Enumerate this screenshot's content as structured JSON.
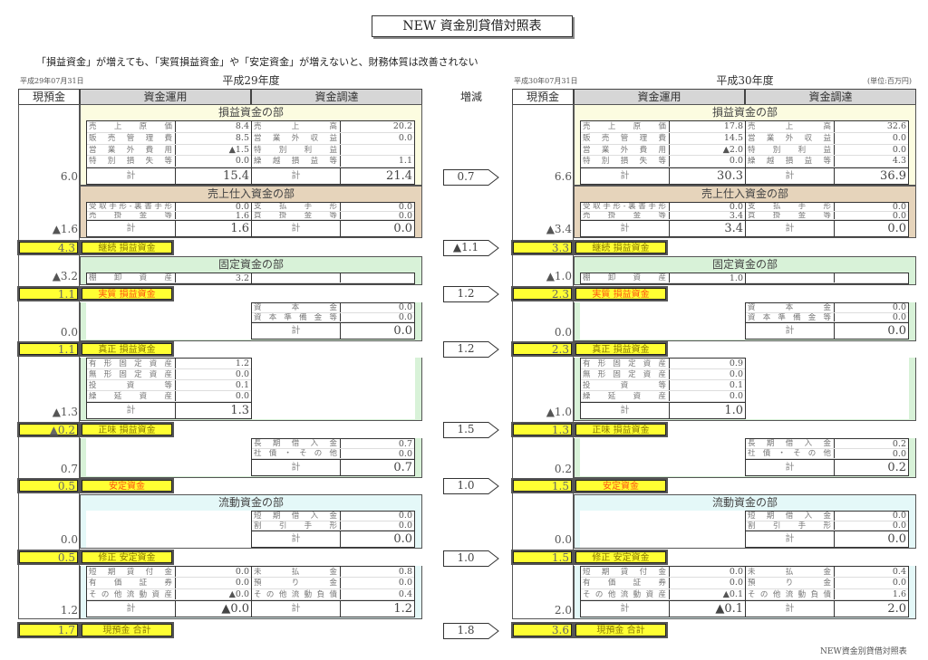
{
  "title": "NEW 資金別貸借対照表",
  "subtitle": "「損益資金」が増えても、「実質損益資金」や「安定資金」が増えないと、財務体質は改善されない",
  "unit": "(単位:百万円)",
  "footer": "NEW資金別貸借対照表",
  "delta": {
    "header": "増減",
    "values": [
      "0.7",
      "▲1.1",
      "1.2",
      "1.2",
      "1.5",
      "1.0",
      "1.0",
      "1.8"
    ]
  },
  "left": {
    "date": "平成29年07月31日",
    "year": "平成29年度",
    "header": {
      "cash": "現預金",
      "uses": "資金運用",
      "sources": "資金調達"
    },
    "blocks": [
      {
        "type": "block",
        "title": "損益資金の部",
        "color": "#fcfce0",
        "cash": "6.0",
        "uses": {
          "rows": [
            {
              "label": "売上原価",
              "value": "8.4"
            },
            {
              "label": "販売管理費",
              "value": "8.5"
            },
            {
              "label": "営業外費用",
              "value": "▲1.5"
            },
            {
              "label": "特別損失等",
              "value": "0.0"
            }
          ],
          "total_label": "計",
          "total": "15.4"
        },
        "sources": {
          "rows": [
            {
              "label": "売上高",
              "value": "20.2"
            },
            {
              "label": "営業外収益",
              "value": "0.0"
            },
            {
              "label": "特別利益",
              "value": ""
            },
            {
              "label": "繰越損益等",
              "value": "1.1"
            }
          ],
          "total_label": "計",
          "total": "21.4"
        }
      },
      {
        "type": "block",
        "title": "売上仕入資金の部",
        "color": "#e6d4bb",
        "cash": "▲1.6",
        "uses": {
          "rows": [
            {
              "label": "受取手形-裏書手形",
              "value": "0.0"
            },
            {
              "label": "売掛金等",
              "value": "1.6"
            }
          ],
          "total_label": "計",
          "total": "1.6"
        },
        "sources": {
          "rows": [
            {
              "label": "支払手形",
              "value": "0.0"
            },
            {
              "label": "買掛金等",
              "value": "0.0"
            }
          ],
          "total_label": "計",
          "total": "0.0"
        }
      },
      {
        "type": "band",
        "label": "継続 損益資金",
        "cash": "4.3",
        "highlight": false
      },
      {
        "type": "block",
        "title": "固定資金の部",
        "color": "#d8f2d8",
        "cash": "▲3.2",
        "uses": {
          "rows": [
            {
              "label": "棚卸資産",
              "value": "3.2"
            }
          ]
        },
        "sources": {
          "rows": [
            {
              "label": "",
              "value": ""
            }
          ]
        }
      },
      {
        "type": "band",
        "label": "実質 損益資金",
        "cash": "1.1",
        "highlight": true
      },
      {
        "type": "block",
        "color": "#d8f2d8",
        "cash": "0.0",
        "sources": {
          "rows": [
            {
              "label": "資本金",
              "value": "0.0"
            },
            {
              "label": "資本準備金等",
              "value": "0.0"
            }
          ],
          "total_label": "計",
          "total": "0.0"
        }
      },
      {
        "type": "band",
        "label": "真正 損益資金",
        "cash": "1.1",
        "highlight": false
      },
      {
        "type": "block",
        "color": "#d8f2d8",
        "cash": "▲1.3",
        "uses": {
          "rows": [
            {
              "label": "有形固定資産",
              "value": "1.2"
            },
            {
              "label": "無形固定資産",
              "value": "0.0"
            },
            {
              "label": "投資等",
              "value": "0.1"
            },
            {
              "label": "繰延資産",
              "value": "0.0"
            }
          ],
          "total_label": "計",
          "total": "1.3"
        }
      },
      {
        "type": "band",
        "label": "正味 損益資金",
        "cash": "▲0.2",
        "highlight": false
      },
      {
        "type": "block",
        "color": "#d8f2d8",
        "cash": "0.7",
        "sources": {
          "rows": [
            {
              "label": "長期借入金",
              "value": "0.7"
            },
            {
              "label": "社債・その他",
              "value": "0.0"
            }
          ],
          "total_label": "計",
          "total": "0.7"
        }
      },
      {
        "type": "band",
        "label": "安定資金",
        "cash": "0.5",
        "highlight": true
      },
      {
        "type": "block",
        "title": "流動資金の部",
        "color": "#e4f8f8",
        "cash": "0.0",
        "sources": {
          "rows": [
            {
              "label": "短期借入金",
              "value": "0.0"
            },
            {
              "label": "割引手形",
              "value": "0.0"
            }
          ],
          "total_label": "計",
          "total": "0.0"
        }
      },
      {
        "type": "band",
        "label": "修正 安定資金",
        "cash": "0.5",
        "highlight": false
      },
      {
        "type": "block",
        "color": "#e4f8f8",
        "cash": "1.2",
        "uses": {
          "rows": [
            {
              "label": "短期貸付金",
              "value": "0.0"
            },
            {
              "label": "有価証券",
              "value": "0.0"
            },
            {
              "label": "その他流動資産",
              "value": "▲0.0"
            }
          ],
          "total_label": "計",
          "total": "▲0.0"
        },
        "sources": {
          "rows": [
            {
              "label": "未払金",
              "value": "0.8"
            },
            {
              "label": "預り金",
              "value": "0.0"
            },
            {
              "label": "その他流動負債",
              "value": "0.4"
            }
          ],
          "total_label": "計",
          "total": "1.2"
        }
      },
      {
        "type": "band",
        "label": "現預金 合計",
        "cash": "1.7",
        "highlight": false
      }
    ]
  },
  "right": {
    "date": "平成30年07月31日",
    "year": "平成30年度",
    "header": {
      "cash": "現預金",
      "uses": "資金運用",
      "sources": "資金調達"
    },
    "blocks": [
      {
        "type": "block",
        "title": "損益資金の部",
        "color": "#fcfce0",
        "cash": "6.6",
        "uses": {
          "rows": [
            {
              "label": "売上原価",
              "value": "17.8"
            },
            {
              "label": "販売管理費",
              "value": "14.5"
            },
            {
              "label": "営業外費用",
              "value": "▲2.0"
            },
            {
              "label": "特別損失等",
              "value": "0.0"
            }
          ],
          "total_label": "計",
          "total": "30.3"
        },
        "sources": {
          "rows": [
            {
              "label": "売上高",
              "value": "32.6"
            },
            {
              "label": "営業外収益",
              "value": "0.0"
            },
            {
              "label": "特別利益",
              "value": "0.0"
            },
            {
              "label": "繰越損益等",
              "value": "4.3"
            }
          ],
          "total_label": "計",
          "total": "36.9"
        }
      },
      {
        "type": "block",
        "title": "売上仕入資金の部",
        "color": "#e6d4bb",
        "cash": "▲3.4",
        "uses": {
          "rows": [
            {
              "label": "受取手形-裏書手形",
              "value": "0.0"
            },
            {
              "label": "売掛金等",
              "value": "3.4"
            }
          ],
          "total_label": "計",
          "total": "3.4"
        },
        "sources": {
          "rows": [
            {
              "label": "支払手形",
              "value": "0.0"
            },
            {
              "label": "買掛金等",
              "value": "0.0"
            }
          ],
          "total_label": "計",
          "total": "0.0"
        }
      },
      {
        "type": "band",
        "label": "継続 損益資金",
        "cash": "3.3",
        "highlight": false
      },
      {
        "type": "block",
        "title": "固定資金の部",
        "color": "#d8f2d8",
        "cash": "▲1.0",
        "uses": {
          "rows": [
            {
              "label": "棚卸資産",
              "value": "1.0"
            }
          ]
        },
        "sources": {
          "rows": [
            {
              "label": "",
              "value": ""
            }
          ]
        }
      },
      {
        "type": "band",
        "label": "実質 損益資金",
        "cash": "2.3",
        "highlight": true
      },
      {
        "type": "block",
        "color": "#d8f2d8",
        "cash": "0.0",
        "sources": {
          "rows": [
            {
              "label": "資本金",
              "value": "0.0"
            },
            {
              "label": "資本準備金等",
              "value": "0.0"
            }
          ],
          "total_label": "計",
          "total": "0.0"
        }
      },
      {
        "type": "band",
        "label": "真正 損益資金",
        "cash": "2.3",
        "highlight": false
      },
      {
        "type": "block",
        "color": "#d8f2d8",
        "cash": "▲1.0",
        "uses": {
          "rows": [
            {
              "label": "有形固定資産",
              "value": "0.9"
            },
            {
              "label": "無形固定資産",
              "value": "0.0"
            },
            {
              "label": "投資等",
              "value": "0.1"
            },
            {
              "label": "繰延資産",
              "value": "0.0"
            }
          ],
          "total_label": "計",
          "total": "1.0"
        }
      },
      {
        "type": "band",
        "label": "正味 損益資金",
        "cash": "1.3",
        "highlight": false
      },
      {
        "type": "block",
        "color": "#d8f2d8",
        "cash": "0.2",
        "sources": {
          "rows": [
            {
              "label": "長期借入金",
              "value": "0.2"
            },
            {
              "label": "社債・その他",
              "value": "0.0"
            }
          ],
          "total_label": "計",
          "total": "0.2"
        }
      },
      {
        "type": "band",
        "label": "安定資金",
        "cash": "1.5",
        "highlight": true
      },
      {
        "type": "block",
        "title": "流動資金の部",
        "color": "#e4f8f8",
        "cash": "0.0",
        "sources": {
          "rows": [
            {
              "label": "短期借入金",
              "value": "0.0"
            },
            {
              "label": "割引手形",
              "value": "0.0"
            }
          ],
          "total_label": "計",
          "total": "0.0"
        }
      },
      {
        "type": "band",
        "label": "修正 安定資金",
        "cash": "1.5",
        "highlight": false
      },
      {
        "type": "block",
        "color": "#e4f8f8",
        "cash": "2.0",
        "uses": {
          "rows": [
            {
              "label": "短期貸付金",
              "value": "0.0"
            },
            {
              "label": "有価証券",
              "value": "0.0"
            },
            {
              "label": "その他流動資産",
              "value": "▲0.1"
            }
          ],
          "total_label": "計",
          "total": "▲0.1"
        },
        "sources": {
          "rows": [
            {
              "label": "未払金",
              "value": "0.4"
            },
            {
              "label": "預り金",
              "value": "0.0"
            },
            {
              "label": "その他流動負債",
              "value": "1.6"
            }
          ],
          "total_label": "計",
          "total": "2.0"
        }
      },
      {
        "type": "band",
        "label": "現預金 合計",
        "cash": "3.6",
        "highlight": false
      }
    ]
  }
}
